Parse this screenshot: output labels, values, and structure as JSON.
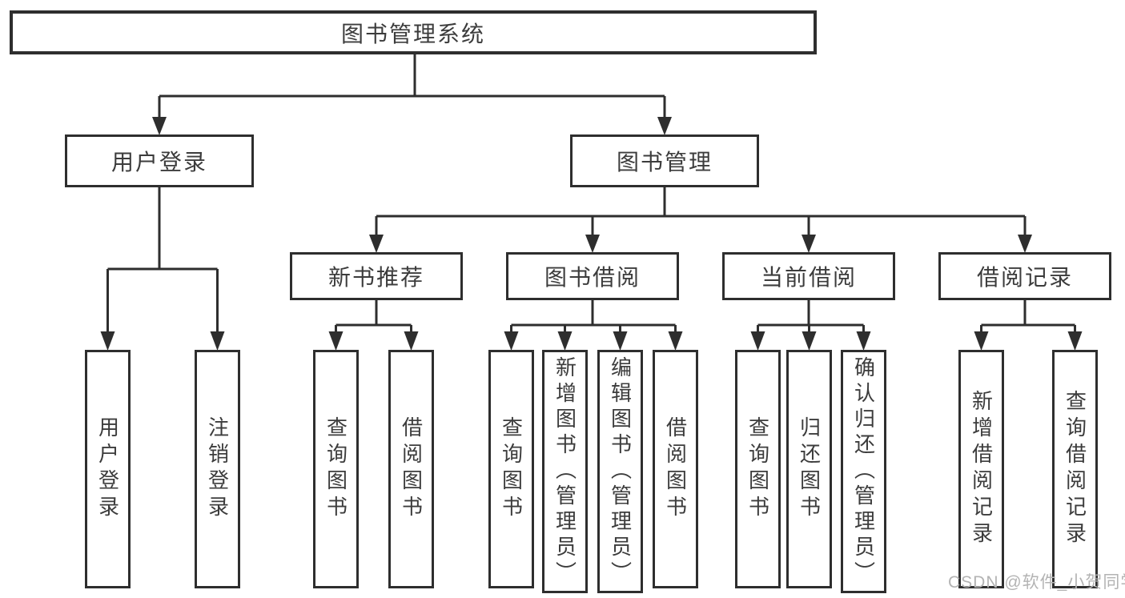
{
  "diagram_type": "hierarchy-tree",
  "tree": {
    "root": "图书管理系统",
    "branches": [
      {
        "label": "用户登录",
        "children": [
          "用户登录",
          "注销登录"
        ]
      },
      {
        "label": "图书管理",
        "groups": [
          {
            "label": "新书推荐",
            "children": [
              "查询图书",
              "借阅图书"
            ]
          },
          {
            "label": "图书借阅",
            "children": [
              "查询图书",
              "新增图书（管理员）",
              "编辑图书（管理员）",
              "借阅图书"
            ]
          },
          {
            "label": "当前借阅",
            "children": [
              "查询图书",
              "归还图书",
              "确认归还（管理员）"
            ]
          },
          {
            "label": "借阅记录",
            "children": [
              "新增借阅记录",
              "查询借阅记录"
            ]
          }
        ]
      }
    ]
  },
  "watermark": {
    "text": "CSDN @软件_小贺同学"
  },
  "colors": {
    "line": "#2e2e2e",
    "box_border": "#2e2e2e",
    "text": "#3c3c3c",
    "watermark": "#b3b3b3",
    "background": "#ffffff"
  }
}
